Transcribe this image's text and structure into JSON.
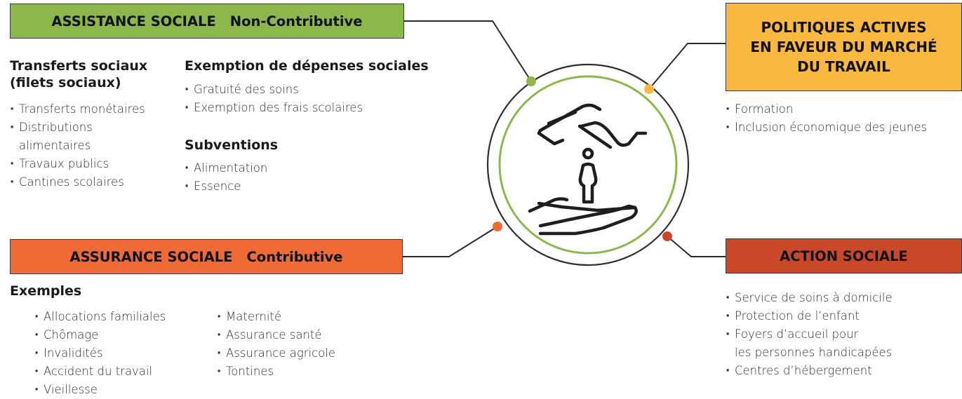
{
  "assistance": {
    "header_main": "ASSISTANCE SOCIALE",
    "header_sub": "Non-Contributive",
    "color": "#8bb74b",
    "transferts": {
      "title_line1": "Transferts sociaux",
      "title_line2": "(filets sociaux)",
      "items": [
        "Transferts monétaires",
        "Distributions",
        "alimentaires",
        "Travaux publics",
        "Cantines scolaires"
      ]
    },
    "exemption": {
      "title": "Exemption de dépenses sociales",
      "items": [
        "Gratuité des soins",
        "Exemption des frais scolaires"
      ]
    },
    "subventions": {
      "title": "Subventions",
      "items": [
        "Alimentation",
        "Essence"
      ]
    }
  },
  "politiques": {
    "header_line1": "POLITIQUES ACTIVES",
    "header_line2": "EN FAVEUR DU MARCHÉ",
    "header_line3": "DU TRAVAIL",
    "color": "#f9b840",
    "items": [
      "Formation",
      "Inclusion économique des jeunes"
    ]
  },
  "assurance": {
    "header_main": "ASSURANCE SOCIALE",
    "header_sub": "Contributive",
    "color": "#ef6a35",
    "examples_title": "Exemples",
    "col1": [
      "Allocations familiales",
      "Chômage",
      "Invalidités",
      "Accident du travail",
      "Vieillesse"
    ],
    "col2": [
      "Maternité",
      "Assurance santé",
      "Assurance agricole",
      "Tontines"
    ]
  },
  "action": {
    "header": "ACTION SOCIALE",
    "color": "#c9482a",
    "items": [
      "Service de soins à domicile",
      "Protection de l’enfant",
      "Foyers d’accueil pour",
      "les personnes handicapées",
      "Centres d’hébergement"
    ]
  },
  "center": {
    "icon": "hands-protecting-person-icon",
    "ring_color": "#8bb74b"
  }
}
